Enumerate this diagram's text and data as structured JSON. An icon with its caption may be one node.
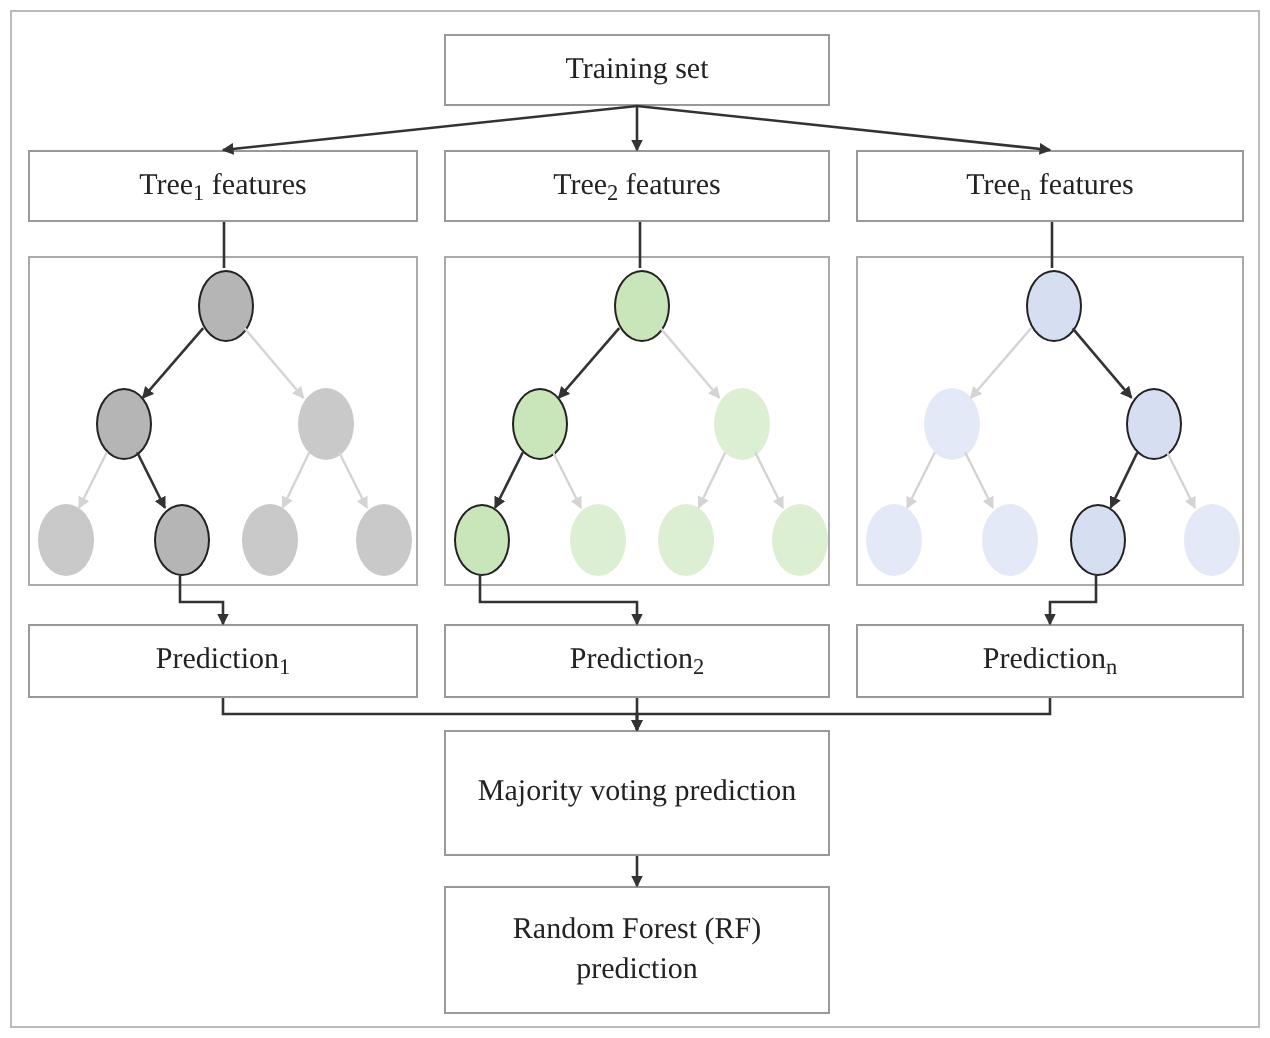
{
  "diagram": {
    "nodes": [
      {
        "text": [
          "Training set"
        ]
      },
      {
        "text": [
          "Tree$_{1}$ features"
        ]
      },
      {
        "text": [
          "Tree$_{2}$ features"
        ]
      },
      {
        "text": [
          "Tree$_{n}$ features"
        ]
      },
      {
        "text": [],
        "shape": "box"
      },
      {
        "text": [],
        "shape": "circle",
        "in": 4
      },
      {
        "text": [],
        "shape": "circle",
        "in": 4
      },
      {
        "text": [],
        "shape": "circle",
        "in": 4
      },
      {
        "text": [],
        "shape": "circle",
        "in": 4
      },
      {
        "text": [],
        "shape": "circle",
        "in": 4
      },
      {
        "text": [],
        "shape": "circle",
        "in": 4
      },
      {
        "text": [],
        "shape": "circle",
        "in": 4
      },
      {
        "text": [],
        "shape": "box"
      },
      {
        "text": [],
        "shape": "circle",
        "in": 12
      },
      {
        "text": [],
        "shape": "circle",
        "in": 12
      },
      {
        "text": [],
        "shape": "circle",
        "in": 12
      },
      {
        "text": [],
        "shape": "circle",
        "in": 12
      },
      {
        "text": [],
        "shape": "circle",
        "in": 12
      },
      {
        "text": [],
        "shape": "circle",
        "in": 12
      },
      {
        "text": [],
        "shape": "circle",
        "in": 12
      },
      {
        "text": [],
        "shape": "box"
      },
      {
        "text": [],
        "shape": "circle",
        "in": 20
      },
      {
        "text": [],
        "shape": "circle",
        "in": 20
      },
      {
        "text": [],
        "shape": "circle",
        "in": 20
      },
      {
        "text": [],
        "shape": "circle",
        "in": 20
      },
      {
        "text": [],
        "shape": "circle",
        "in": 20
      },
      {
        "text": [],
        "shape": "circle",
        "in": 20
      },
      {
        "text": [],
        "shape": "circle",
        "in": 20
      },
      {
        "text": [
          "Prediction$_{1}$"
        ]
      },
      {
        "text": [
          "Prediction$_{2}$"
        ]
      },
      {
        "text": [
          "Prediction$_{n}$"
        ]
      },
      {
        "text": [
          "Majority voting prediction"
        ]
      },
      {
        "text": [
          "Random Forest (RF) prediction"
        ]
      }
    ],
    "edges": [
      {
        "from": 0,
        "to": 1,
        "arrow": "to"
      },
      {
        "from": 0,
        "to": 2,
        "arrow": "to"
      },
      {
        "from": 0,
        "to": 3,
        "arrow": "to"
      },
      {
        "from": 1,
        "to": 5,
        "arrow": "none"
      },
      {
        "from": 2,
        "to": 13,
        "arrow": "none"
      },
      {
        "from": 3,
        "to": 21,
        "arrow": "none"
      },
      {
        "from": 5,
        "to": 6,
        "arrow": "to"
      },
      {
        "from": 5,
        "to": 7,
        "arrow": "to",
        "color": "#d4d4d4"
      },
      {
        "from": 6,
        "to": 8,
        "arrow": "to",
        "color": "#d4d4d4"
      },
      {
        "from": 6,
        "to": 9,
        "arrow": "to"
      },
      {
        "from": 7,
        "to": 10,
        "arrow": "to",
        "color": "#d4d4d4"
      },
      {
        "from": 7,
        "to": 11,
        "arrow": "to",
        "color": "#d4d4d4"
      },
      {
        "from": 13,
        "to": 14,
        "arrow": "to"
      },
      {
        "from": 13,
        "to": 15,
        "arrow": "to",
        "color": "#d4d4d4"
      },
      {
        "from": 14,
        "to": 16,
        "arrow": "to"
      },
      {
        "from": 14,
        "to": 17,
        "arrow": "to",
        "color": "#d4d4d4"
      },
      {
        "from": 15,
        "to": 18,
        "arrow": "to",
        "color": "#d4d4d4"
      },
      {
        "from": 15,
        "to": 19,
        "arrow": "to",
        "color": "#d4d4d4"
      },
      {
        "from": 21,
        "to": 22,
        "arrow": "to",
        "color": "#d4d4d4"
      },
      {
        "from": 21,
        "to": 23,
        "arrow": "to"
      },
      {
        "from": 22,
        "to": 24,
        "arrow": "to",
        "color": "#d4d4d4"
      },
      {
        "from": 22,
        "to": 25,
        "arrow": "to",
        "color": "#d4d4d4"
      },
      {
        "from": 23,
        "to": 26,
        "arrow": "to"
      },
      {
        "from": 23,
        "to": 27,
        "arrow": "to",
        "color": "#d4d4d4"
      },
      {
        "from": 9,
        "to": 28,
        "arrow": "to"
      },
      {
        "from": 16,
        "to": 29,
        "arrow": "to"
      },
      {
        "from": 26,
        "to": 30,
        "arrow": "to"
      },
      {
        "from": 28,
        "to": 31,
        "arrow": "to"
      },
      {
        "from": 29,
        "to": 31,
        "arrow": "to"
      },
      {
        "from": 30,
        "to": 31,
        "arrow": "to"
      },
      {
        "from": 31,
        "to": 32,
        "arrow": "to"
      }
    ]
  }
}
